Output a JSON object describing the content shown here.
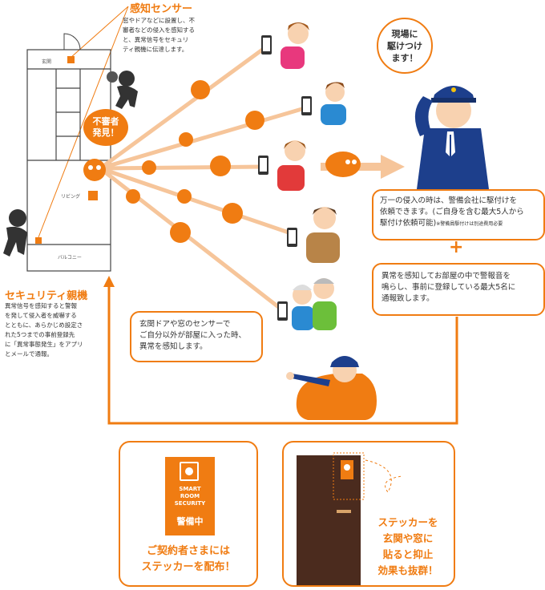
{
  "sensor": {
    "title": "感知センサー",
    "desc": [
      "窓やドアなどに設置し、不",
      "審者などの侵入を感知する",
      "と、異常信号をセキュリ",
      "ティ親機に伝達します。"
    ]
  },
  "floor_plan": {
    "entrance": "玄関",
    "living": "リビング",
    "balcony": "バルコニー"
  },
  "intruder_badge": [
    "不審者",
    "発見！"
  ],
  "master_unit": {
    "title": "セキュリティ親機",
    "desc": [
      "異常信号を感知すると警報",
      "を発して侵入者を威嚇する",
      "とともに、あらかじめ設定さ",
      "れた5つまでの事前登録先",
      "に「異常事態発生」をアプリ",
      "とメールで通報。"
    ]
  },
  "guard_bubble": [
    "現場に",
    "駆けつけ",
    "ます！"
  ],
  "guard_service": {
    "line1": "万一の侵入の時は、警備会社に駆付けを",
    "line2": "依頼できます。(ご自身を含む最大5人から",
    "line3": "駆付け依頼可能)",
    "note": "※警備員駆付けは別途費用必要"
  },
  "plus": "+",
  "alarm_info": [
    "異常を感知してお部屋の中で警報音を",
    "鳴らし、事前に登録している最大5名に",
    "通報致します。"
  ],
  "detect_info": [
    "玄関ドアや窓のセンサーで",
    "ご自分以外が部屋に入った時、",
    "異常を感知します。"
  ],
  "sticker": {
    "brand_lines": [
      "SMART",
      "ROOM",
      "SECURITY"
    ],
    "label": "警備中",
    "caption": [
      "ご契約者さまには",
      "ステッカーを配布！"
    ]
  },
  "door_panel": {
    "caption": [
      "ステッカーを",
      "玄関や窓に",
      "貼ると抑止",
      "効果も抜群！"
    ]
  },
  "colors": {
    "accent": "#f07c12",
    "peach": "#f6c59a",
    "navy": "#1d3f8c"
  }
}
